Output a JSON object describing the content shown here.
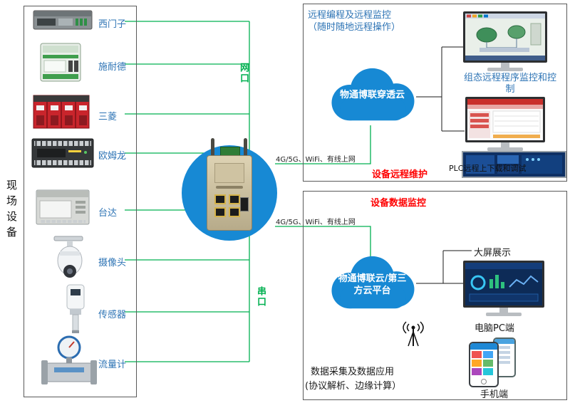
{
  "left_panel": {
    "title": "现场设备",
    "devices": [
      {
        "label": "西门子",
        "icon": "siemens-plc-icon"
      },
      {
        "label": "施耐德",
        "icon": "schneider-plc-icon"
      },
      {
        "label": "三菱",
        "icon": "mitsubishi-plc-icon"
      },
      {
        "label": "欧姆龙",
        "icon": "omron-plc-icon"
      },
      {
        "label": "台达",
        "icon": "delta-plc-icon"
      },
      {
        "label": "摄像头",
        "icon": "camera-icon"
      },
      {
        "label": "传感器",
        "icon": "sensor-icon"
      },
      {
        "label": "流量计",
        "icon": "flow-meter-icon"
      }
    ]
  },
  "center": {
    "gateway_name": "industrial-wireless-gateway",
    "network_port_label": "网口",
    "serial_port_label": "串口"
  },
  "links": {
    "top_label": "4G/5G、WiFi、有线上网",
    "bottom_label": "4G/5G、WiFi、有线上网"
  },
  "top_right": {
    "title_line1": "远程编程及远程监控",
    "title_line2": "（随时随地远程操作）",
    "cloud_label": "物通博联穿透云",
    "hmi_caption": "组态远程程序监控和控制",
    "plc_caption": "PLC远程上下载和调试",
    "maintenance_label": "设备远程维护"
  },
  "bottom_right": {
    "title": "设备数据监控",
    "cloud_line1": "物通博联云/第三",
    "cloud_line2": "方云平台",
    "big_screen_label": "大屏展示",
    "pc_label": "电脑PC端",
    "phone_label": "手机端",
    "footer_line1": "数据采集及数据应用",
    "footer_line2": "(协议解析、边缘计算）"
  },
  "colors": {
    "accent_blue": "#2e74b5",
    "cloud_blue": "#1789d4",
    "line_green": "#00b050",
    "alert_red": "#fe0000"
  }
}
